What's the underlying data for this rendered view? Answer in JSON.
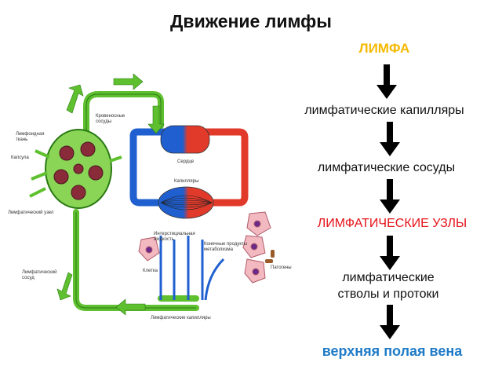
{
  "title": "Движение лимфы",
  "flow": {
    "step1": "ЛИМФА",
    "step2": "лимфатические капилляры",
    "step3": "лимфатические сосуды",
    "step4": "ЛИМФАТИЧЕСКИЕ УЗЛЫ",
    "step5_line1": "лимфатические",
    "step5_line2": "стволы и протоки",
    "step6": "верхняя полая вена"
  },
  "colors": {
    "step1": "#f5b800",
    "step4": "#e5121a",
    "step6": "#1f7bc7",
    "lymph_vessel": "#5fc02f",
    "blood_red": "#e23a2a",
    "blood_blue": "#1f5fd0"
  },
  "labels": {
    "blood_vessels": "Кровеносные сосуды",
    "lymph_node_tissue": "Лимфоидная ткань",
    "capsule": "Капсула",
    "lymph_node": "Лимфатический узел",
    "lymph_vessel": "Лимфатический сосуд",
    "heart": "Сердце",
    "capillaries": "Капилляры",
    "interstitial_fluid": "Интерстициальная жидкость",
    "cell": "Клетка",
    "metabolism_products": "Конечные продукты метаболизма",
    "pathogens": "Патогены",
    "lymph_capillary": "Лимфатические капилляры"
  }
}
